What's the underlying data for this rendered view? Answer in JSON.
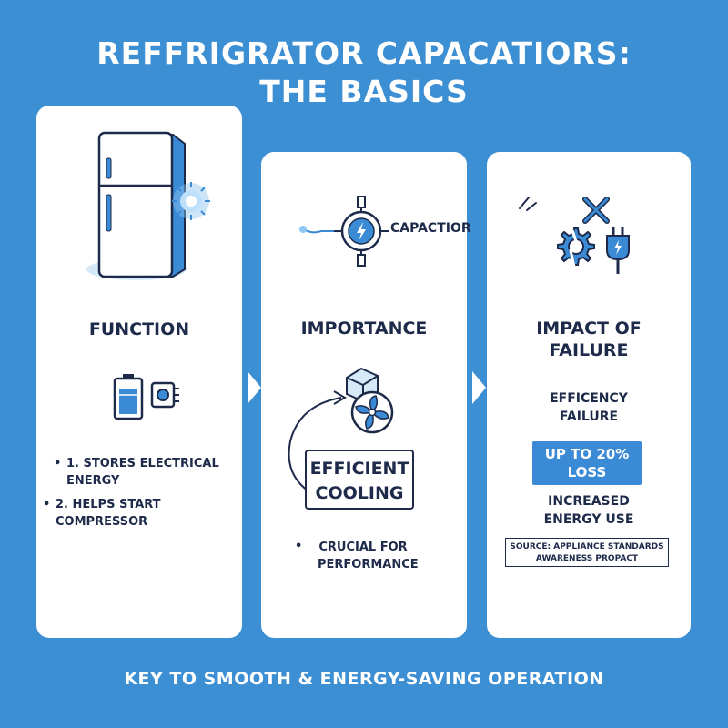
{
  "title": {
    "line1": "REFFRIGRATOR CAPACATIORS:",
    "line2": "THE BASICS"
  },
  "cards": [
    {
      "heading": "FUNCTION",
      "bullets": [
        "1. STORES ELECTRICAL ENERGY",
        "2. HELPS START COMPRESSOR"
      ],
      "bullet_lines": [
        [
          "1. STORES ELECTRICAL",
          "ENERGY"
        ],
        [
          "2. HELPS START COMPRESSOR"
        ]
      ]
    },
    {
      "heading": "IMPORTANCE",
      "icon_label": "CAPACTIOR",
      "box_text": [
        "EFFICIENT",
        "COOLING"
      ],
      "bullet": [
        "CRUCIAL FOR",
        "PERFORMANCE"
      ]
    },
    {
      "heading": [
        "IMPACT OF",
        "FAILURE"
      ],
      "sub": [
        "EFFICENCY",
        "FAILURE"
      ],
      "badge": [
        "UP TO 20%",
        "LOSS"
      ],
      "after": [
        "INCREASED",
        "ENERGY USE"
      ],
      "source": [
        "SOURCE: APPLIANCE STANDARDS",
        "AWARENESS PROPACT"
      ]
    }
  ],
  "footer": "KEY TO SMOOTH & ENERGY-SAVING OPERATION",
  "colors": {
    "background": "#3d8fd3",
    "accent": "#3b8ad6",
    "ink": "#1d2a4a"
  },
  "icons": [
    "refrigerator-icon",
    "glow-icon",
    "battery-icon",
    "capacitor-chip-icon",
    "capacitor-icon",
    "lightning-icon",
    "ice-cube-icon",
    "fan-icon",
    "curved-arrow-icon",
    "broken-gear-icon",
    "x-icon",
    "plug-icon"
  ]
}
